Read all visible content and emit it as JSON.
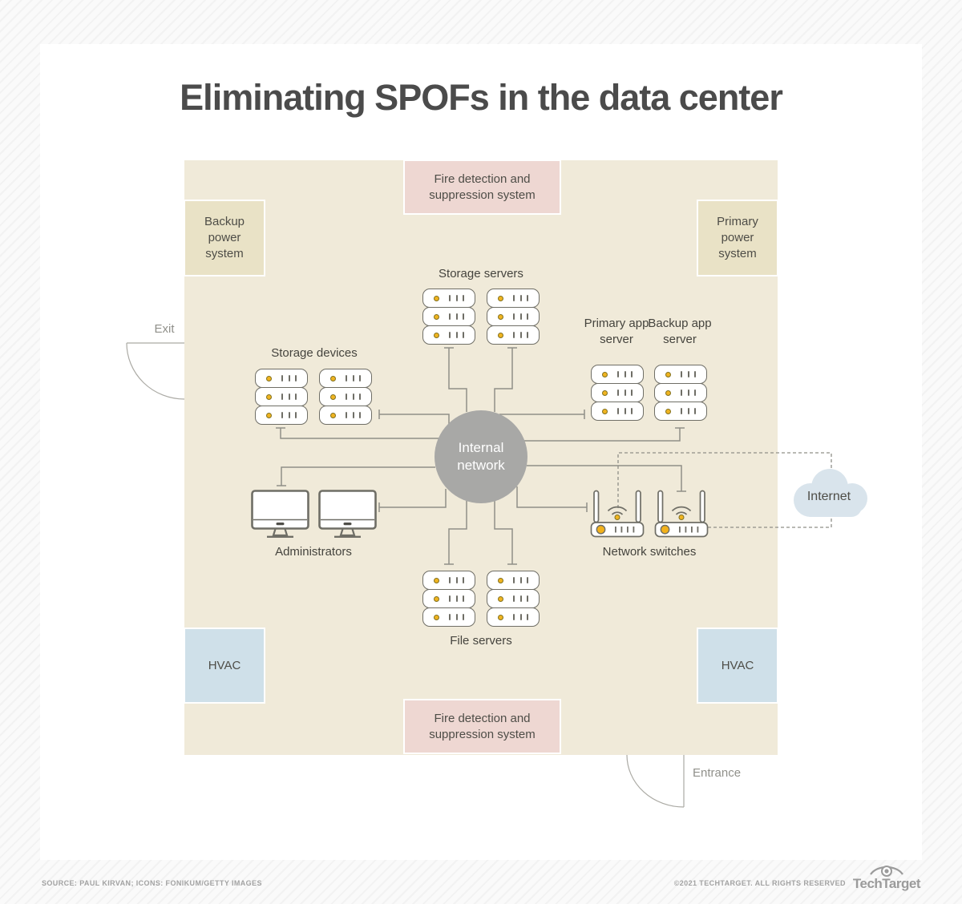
{
  "title": "Eliminating SPOFs in the data center",
  "zones": {
    "fire_top": "Fire detection and suppression system",
    "fire_bottom": "Fire detection and suppression system",
    "backup_power": "Backup power system",
    "primary_power": "Primary power system",
    "hvac_left": "HVAC",
    "hvac_right": "HVAC"
  },
  "nodes": {
    "internal_network": "Internal network",
    "storage_servers": "Storage servers",
    "storage_devices": "Storage devices",
    "primary_app_server": "Primary app server",
    "backup_app_server": "Backup app server",
    "administrators": "Administrators",
    "network_switches": "Network switches",
    "file_servers": "File servers",
    "internet": "Internet"
  },
  "doors": {
    "exit": "Exit",
    "entrance": "Entrance"
  },
  "footer": {
    "source": "SOURCE: PAUL KIRVAN; ICONS: FONIKUM/GETTY IMAGES",
    "copyright": "©2021 TECHTARGET. ALL RIGHTS RESERVED",
    "brand": "TechTarget"
  },
  "icons": {
    "server-stack-icon": "stack of 3 rack units with amber LED and vent bars",
    "monitor-icon": "desktop monitor on stand",
    "router-icon": "wireless switch with two antennas and amber LEDs",
    "cloud-icon": "cloud shape",
    "door-arc-icon": "door swing quarter-arc",
    "eye-icon": "TechTarget eye logo"
  },
  "colors": {
    "datacenter_bg": "#f0ead9",
    "fire_zone": "#eed7d2",
    "power_zone": "#e9e2c6",
    "hvac_zone": "#cfe0e9",
    "network_circle": "#a8a8a6",
    "cloud": "#d9e4ec",
    "connector_line": "#8f8f88",
    "icon_stroke": "#6f6e66",
    "led_amber": "#f0b420",
    "title_text": "#4b4b4b"
  }
}
